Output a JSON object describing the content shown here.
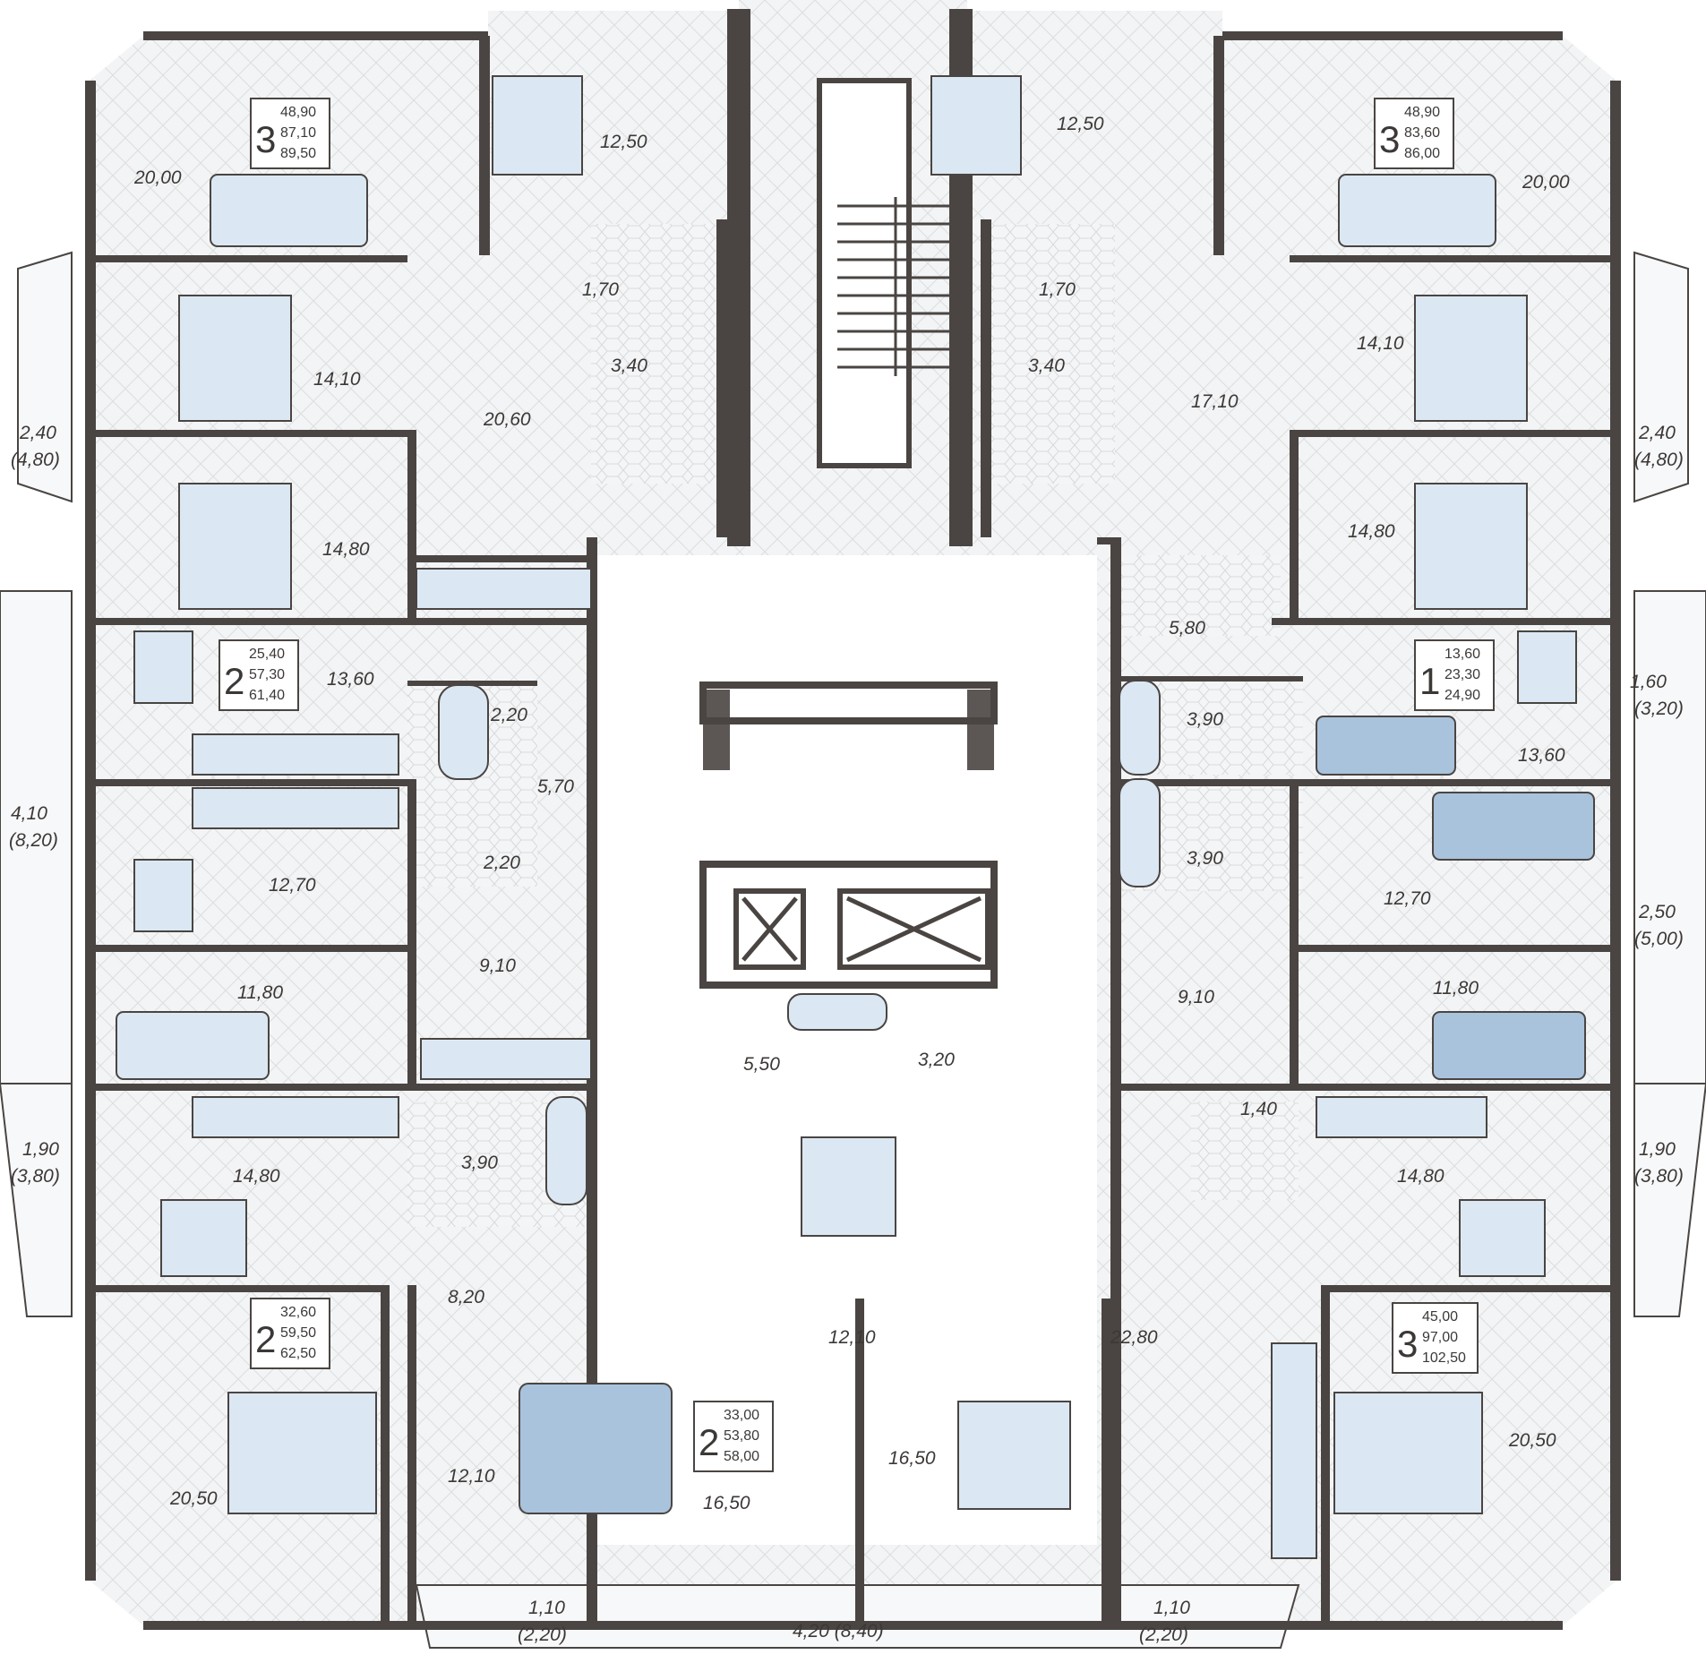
{
  "apartments": [
    {
      "id": "apt-top-left",
      "rooms": "3",
      "areas": [
        "48,90",
        "87,10",
        "89,50"
      ]
    },
    {
      "id": "apt-top-right",
      "rooms": "3",
      "areas": [
        "48,90",
        "83,60",
        "86,00"
      ]
    },
    {
      "id": "apt-left-middle",
      "rooms": "2",
      "areas": [
        "25,40",
        "57,30",
        "61,40"
      ]
    },
    {
      "id": "apt-right-middle",
      "rooms": "1",
      "areas": [
        "13,60",
        "23,30",
        "24,90"
      ]
    },
    {
      "id": "apt-bottom-left",
      "rooms": "2",
      "areas": [
        "32,60",
        "59,50",
        "62,50"
      ]
    },
    {
      "id": "apt-bottom-center",
      "rooms": "2",
      "areas": [
        "33,00",
        "53,80",
        "58,00"
      ]
    },
    {
      "id": "apt-bottom-right",
      "rooms": "3",
      "areas": [
        "45,00",
        "97,00",
        "102,50"
      ]
    }
  ],
  "room_labels": [
    "20,00",
    "12,50",
    "1,70",
    "3,40",
    "14,10",
    "20,60",
    "14,80",
    "2,40",
    "(4,80)",
    "12,50",
    "20,00",
    "1,70",
    "3,40",
    "17,10",
    "14,10",
    "2,40",
    "(4,80)",
    "14,80",
    "13,60",
    "2,20",
    "5,70",
    "2,20",
    "12,70",
    "4,10",
    "(8,20)",
    "9,10",
    "11,80",
    "5,80",
    "3,90",
    "3,90",
    "13,60",
    "1,60",
    "(3,20)",
    "12,70",
    "2,50",
    "(5,00)",
    "9,10",
    "11,80",
    "5,50",
    "3,20",
    "14,80",
    "3,90",
    "1,90",
    "(3,80)",
    "8,20",
    "12,10",
    "20,50",
    "1,40",
    "14,80",
    "1,90",
    "(3,80)",
    "22,80",
    "20,50",
    "16,50",
    "16,50",
    "12,10",
    "1,10",
    "(2,20)",
    "4,20 (8,40)",
    "1,10",
    "(2,20)"
  ],
  "colors": {
    "wall": "#4a4542",
    "furniture": "#dbe8f3",
    "accent": "#a9c3dd"
  }
}
